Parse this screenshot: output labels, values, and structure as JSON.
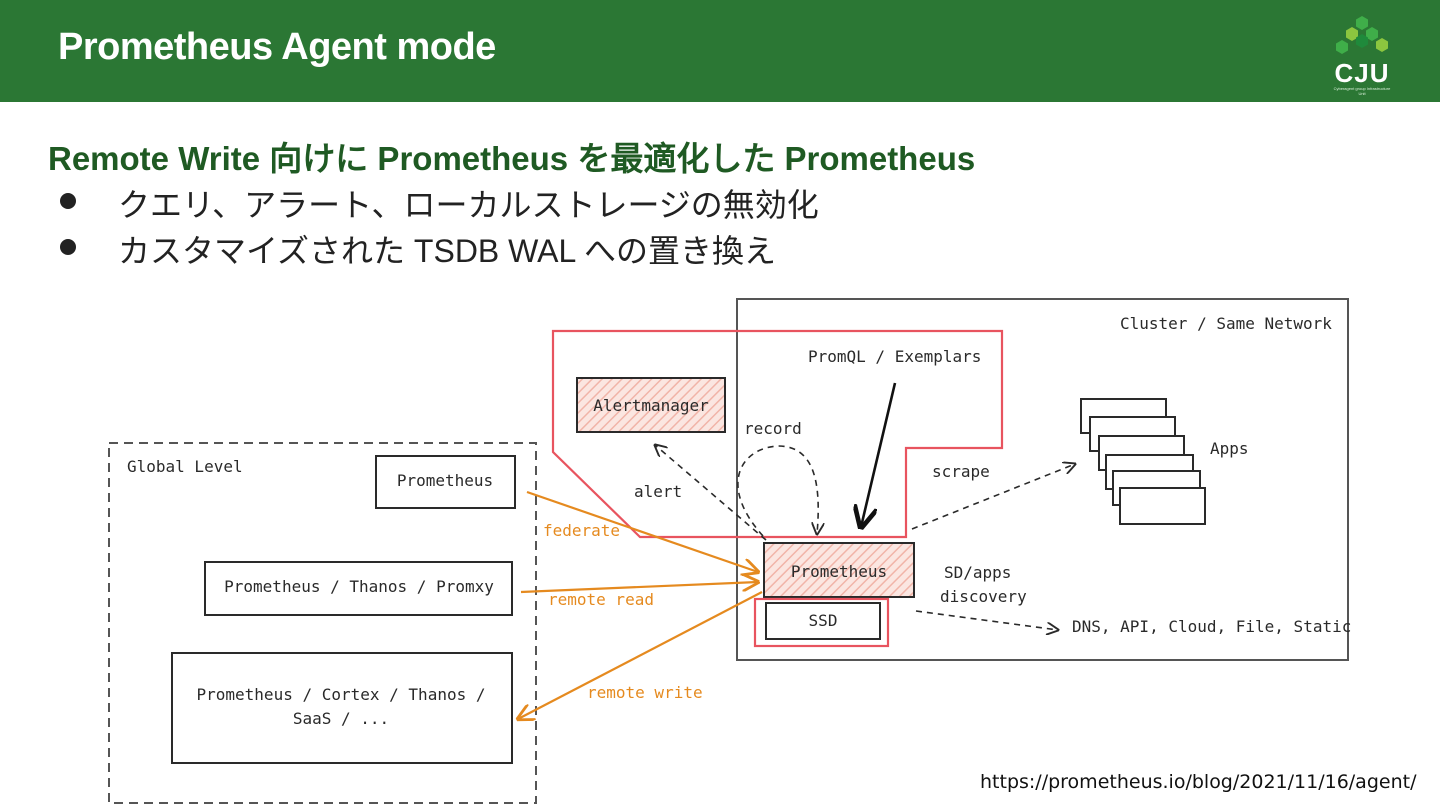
{
  "header": {
    "title": "Prometheus Agent mode",
    "logo_text": "CJU",
    "logo_subtext": "Cyberagent group Infrastructure Unit",
    "color": "#2b7734"
  },
  "subtitle": "Remote Write 向けに Prometheus を最適化した Prometheus",
  "bullets": [
    "クエリ、アラート、ローカルストレージの無効化",
    "カスタマイズされた TSDB WAL への置き換え"
  ],
  "diagram": {
    "cluster_label": "Cluster / Same Network",
    "global_label": "Global Level",
    "nodes": {
      "alertmanager": "Alertmanager",
      "prometheus_agent": "Prometheus",
      "ssd": "SSD",
      "apps": "Apps",
      "global_prometheus": "Prometheus",
      "global_thanos": "Prometheus / Thanos / Promxy",
      "global_cortex_line1": "Prometheus / Cortex / Thanos /",
      "global_cortex_line2": "SaaS / ..."
    },
    "edges": {
      "promql": "PromQL / Exemplars",
      "record": "record",
      "alert": "alert",
      "scrape": "scrape",
      "sd_line1": "SD/apps",
      "sd_line2": "discovery",
      "dns": "DNS, API, Cloud, File, Static",
      "federate": "federate",
      "remote_read": "remote read",
      "remote_write": "remote write"
    },
    "colors": {
      "highlight": "#e8545f",
      "orange": "#e58a1f",
      "ink": "#2a2a2a",
      "hatch": "#f1b4a8"
    }
  },
  "source_link": "https://prometheus.io/blog/2021/11/16/agent/"
}
